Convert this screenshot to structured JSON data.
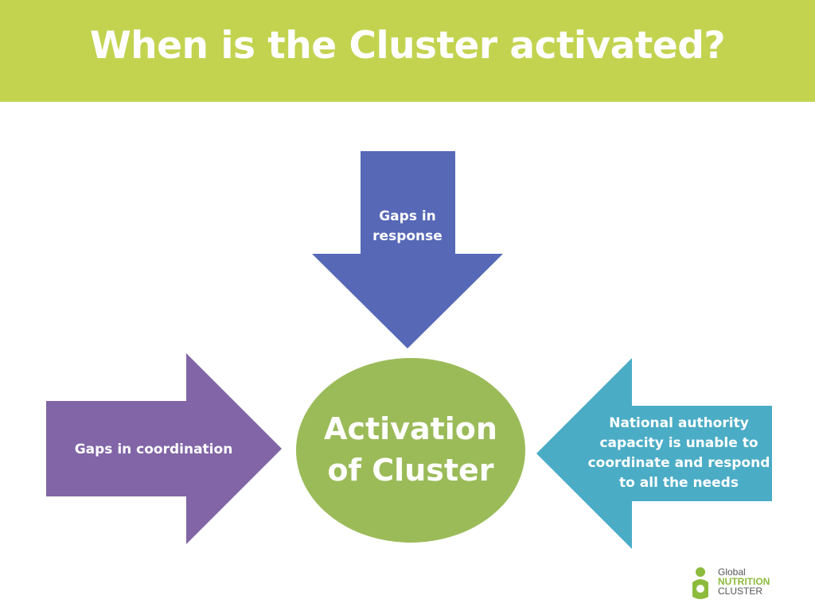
{
  "title": "When is the Cluster activated?",
  "nodes": {
    "top": "Gaps in response",
    "left": "Gaps in coordination",
    "right": "National authority capacity is unable to coordinate and respond to all the needs",
    "center": "Activation of Cluster"
  },
  "colors": {
    "title_bar": "#c3d350",
    "top_arrow": "#5668b6",
    "left_arrow": "#8165a6",
    "right_arrow": "#4bacc6",
    "center_ellipse": "#9bbb59"
  },
  "logo": {
    "line1": "Global",
    "line2": "NUTRITION",
    "line3": "CLUSTER"
  }
}
